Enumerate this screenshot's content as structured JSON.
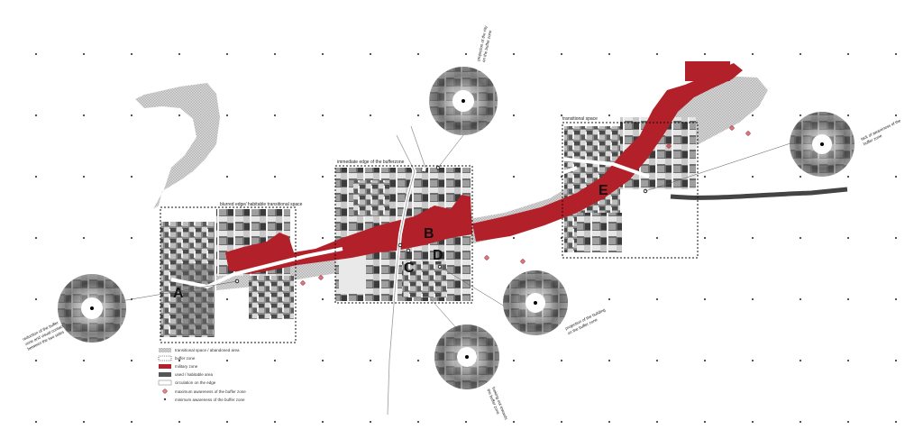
{
  "labels": {
    "zone_a": "blurred edge/ habitable transitional space",
    "zone_b": "immediate edge of the bufferzone",
    "zone_e": "transitional space"
  },
  "letters": {
    "a": "A",
    "b": "B",
    "c": "C",
    "d": "D",
    "e": "E"
  },
  "annotations": {
    "left_circle": [
      "reduction of the buffer",
      "zone and visual contact",
      "between the two sides"
    ],
    "top_circle": [
      "projection of the city",
      "on the buffer zone"
    ],
    "right_circle": [
      "lack of awareness of the",
      "buffer zone"
    ],
    "mid_right_circle": [
      "projection of the building",
      "on the buffer zone"
    ],
    "bottom_circle": [
      "looking out towards",
      "the buffer zone"
    ]
  },
  "legend": [
    {
      "key": "transitional",
      "label": "transitional space / abandoned area"
    },
    {
      "key": "buffer",
      "label": "buffer zone"
    },
    {
      "key": "military",
      "label": "military zone"
    },
    {
      "key": "used",
      "label": "used / habitable area"
    },
    {
      "key": "circulation",
      "label": "circulation on the edge"
    },
    {
      "key": "max",
      "label": "maximum awareness of the buffer zone"
    },
    {
      "key": "min",
      "label": "minimum awareness of the buffer zone"
    }
  ],
  "colors": {
    "military": "#b2202a",
    "transitional": "#c8c8c8",
    "aerial_dark": "#3a3a3a",
    "aerial_mid": "#7a7a7a",
    "aerial_light": "#bdbdbd",
    "dot": "#444444"
  }
}
